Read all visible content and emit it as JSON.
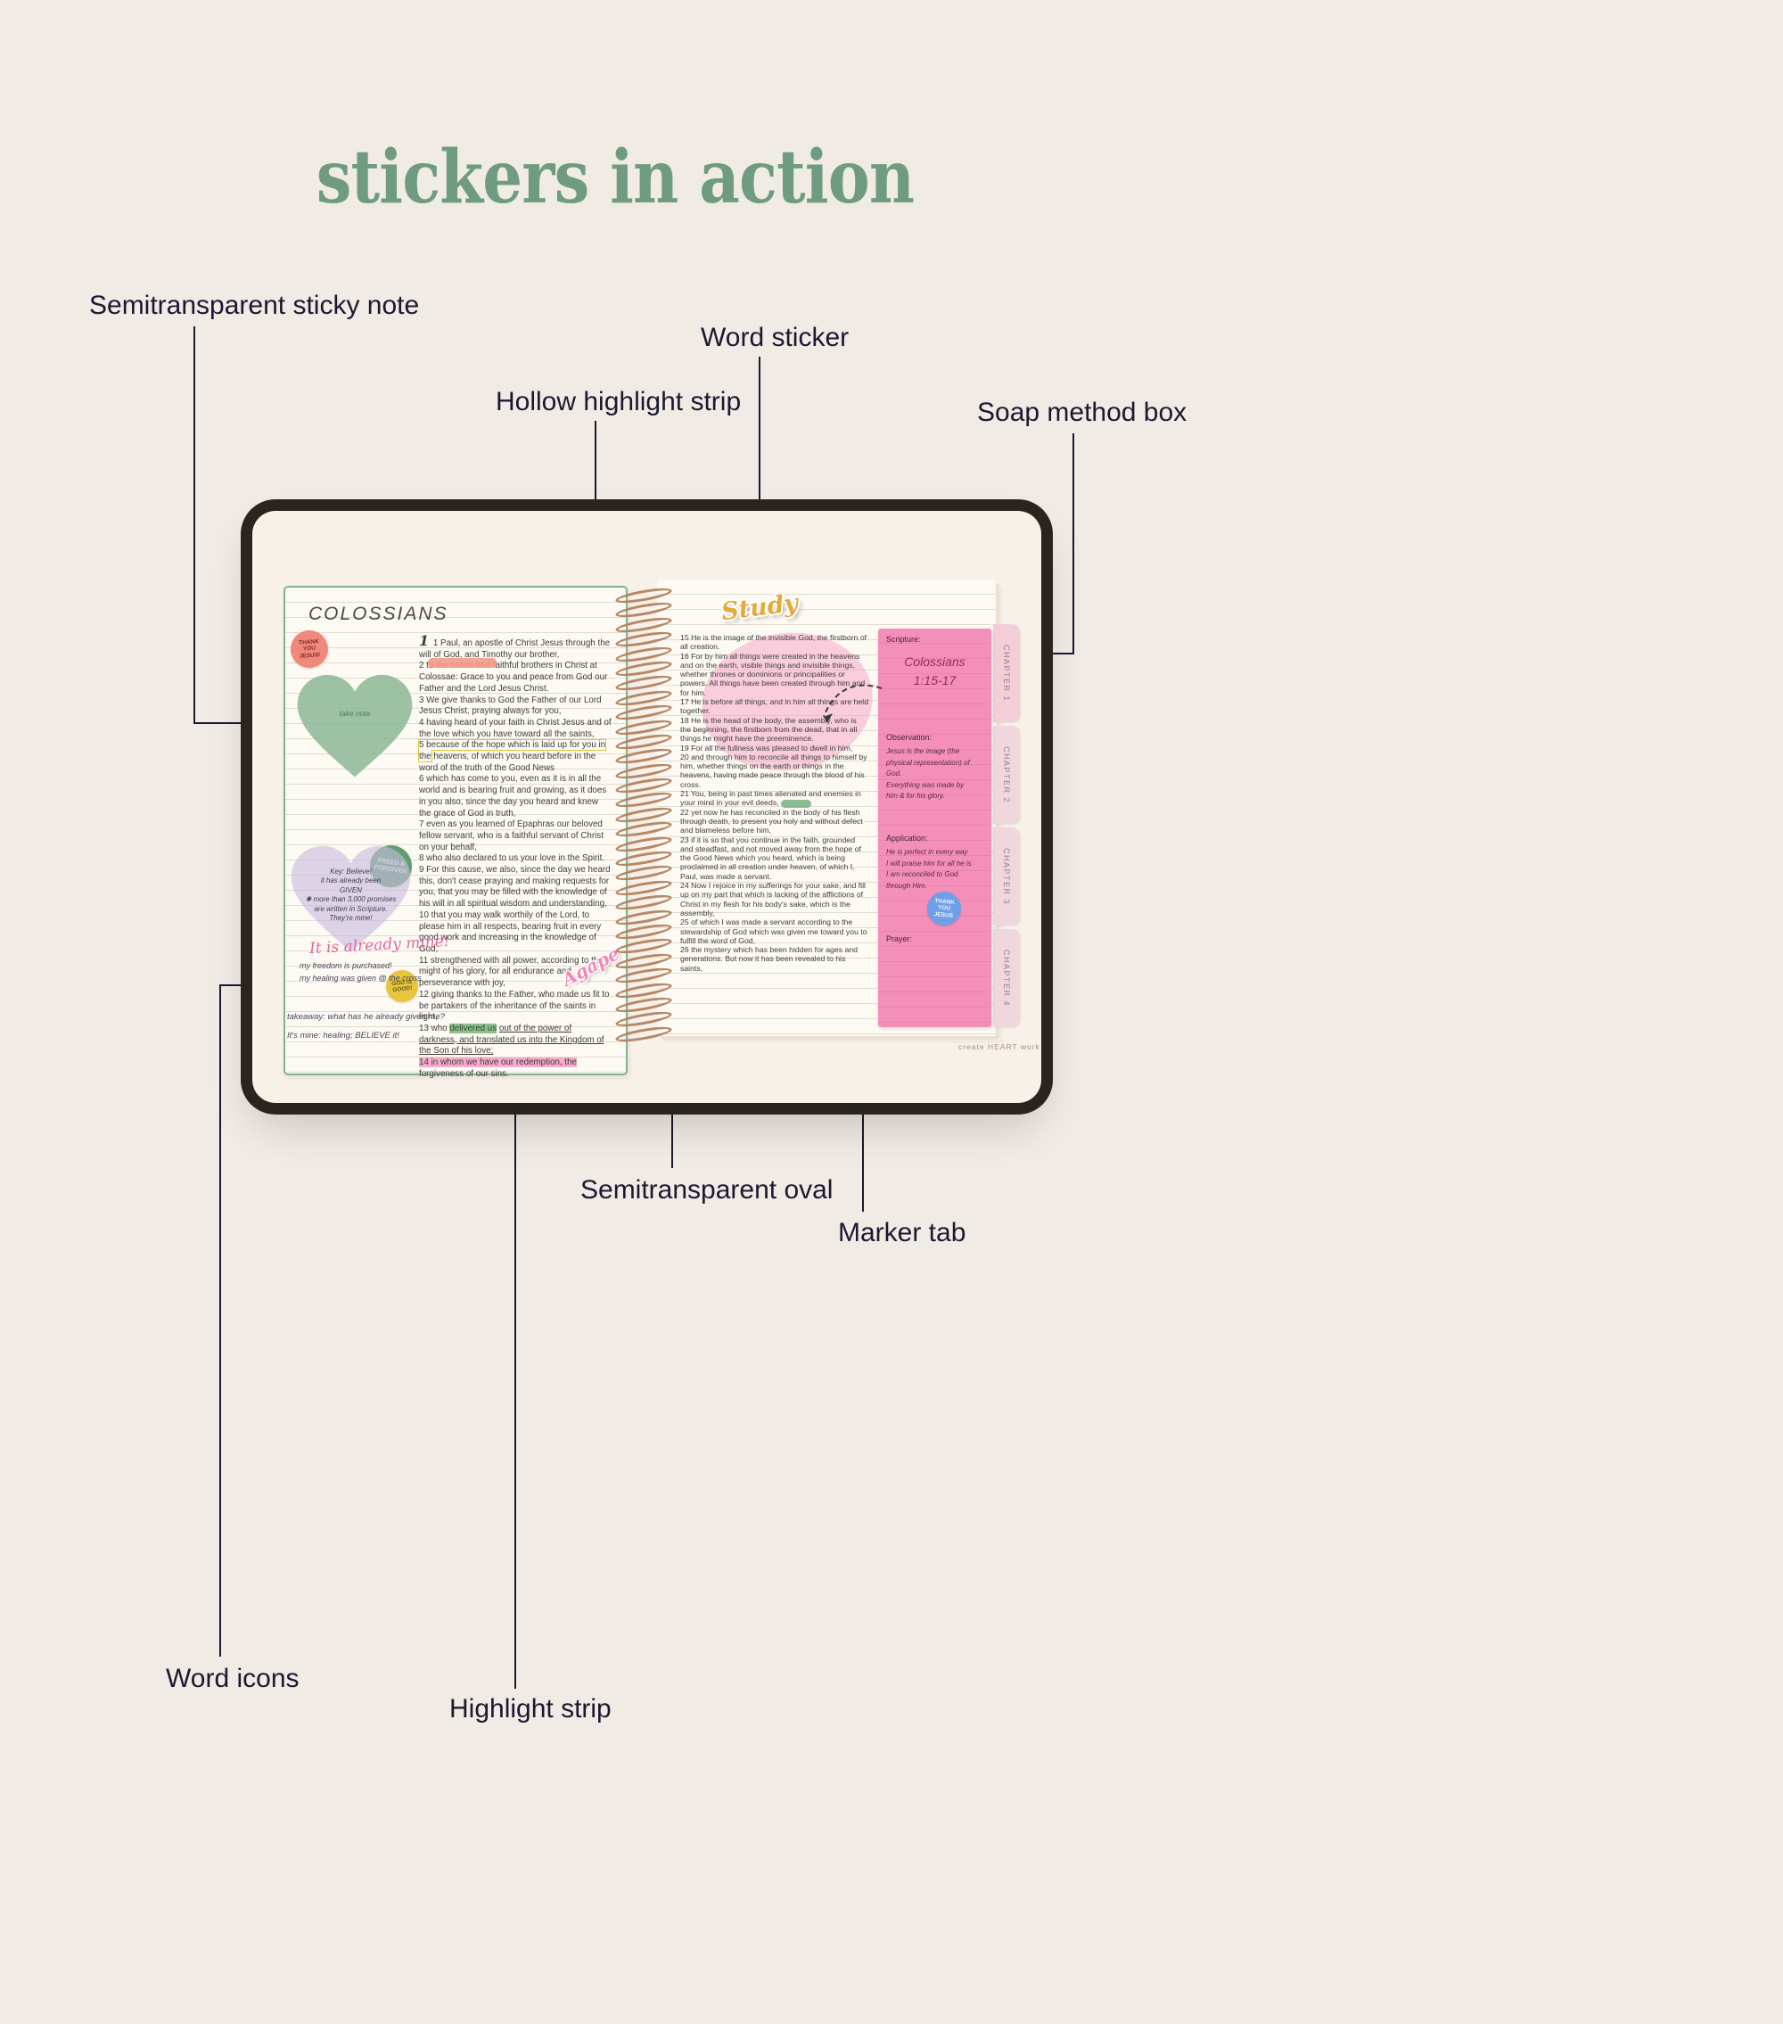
{
  "page": {
    "title": "stickers in action"
  },
  "colors": {
    "background": "#f1ebe5",
    "title_green": "#6f9c80",
    "ink": "#191930",
    "soap_pink": "#f48fba",
    "heart_green": "#85b48e",
    "heart_lavender": "#c8bcdd",
    "hl_yellow": "#dfc33e",
    "hl_green": "#8cc38c",
    "hl_pink": "#f6aacd",
    "study_gold": "#e3aa3c",
    "coil_brown": "#b2825f",
    "tab_pink": "#f0d6dd",
    "sticker_salmon": "#f0887b",
    "sticker_green": "#5f9e70",
    "sticker_yellow": "#e7c63d",
    "sticker_blue": "#6f9fe8",
    "script_pink": "#e2679f"
  },
  "callouts": {
    "sticky_note": "Semitransparent sticky note",
    "word_sticker": "Word sticker",
    "hollow_highlight": "Hollow highlight strip",
    "soap_box": "Soap method box",
    "word_icons": "Word icons",
    "highlight_strip": "Highlight strip",
    "oval": "Semitransparent oval",
    "marker_tab": "Marker tab"
  },
  "journal": {
    "left_page": {
      "header": "COLOSSIANS",
      "thank_you_sticker": "THANK YOU JESUS!",
      "take_note": "take note",
      "freed_sticker": "FREED & FORGIVEN",
      "god_sticker": "GOD IS GOOD!",
      "heart_notes": "Key: Believe!\nit has already been\nGIVEN\n✱ more than 3,000 promises\nare written in Scripture.\nThey're mine!",
      "script_note": "It is already mine!",
      "margin_notes": "my freedom is purchased!\nmy healing was given @ the cross",
      "bottom_notes": "takeaway: what has he already given me?\nIt's mine: healing; BELIEVE it!",
      "love_sticker": "Agape",
      "verses": [
        {
          "segs": [
            {
              "t": "1",
              "c": "chnum"
            },
            {
              "t": " 1 Paul, an apostle of Christ Jesus through the will of God, and Timothy our brother,"
            }
          ]
        },
        {
          "segs": [
            {
              "t": "2 to the saints and faithful brothers in Christ at Colossae: Grace to you and peace from God our Father and the Lord Jesus Christ."
            }
          ]
        },
        {
          "segs": [
            {
              "t": "3 We give thanks to God the Father of our Lord Jesus Christ, praying always for you,"
            }
          ]
        },
        {
          "segs": [
            {
              "t": "4 having heard of your faith in Christ Jesus and of the love which you have toward all the saints,"
            }
          ]
        },
        {
          "segs": [
            {
              "t": "5 because of the hope which is laid up for you in the",
              "c": "hl-hollow"
            },
            {
              "t": " heavens, of which you heard before in the word of the truth of the Good News"
            }
          ]
        },
        {
          "segs": [
            {
              "t": "6 which has come to you, even as it is in all the world and is bearing fruit and growing, as it does in you also, since the day you heard and knew the grace of God in truth,"
            }
          ]
        },
        {
          "segs": [
            {
              "t": "7 even as you learned of Epaphras our beloved fellow servant, who is a faithful servant of Christ on your behalf,"
            }
          ]
        },
        {
          "segs": [
            {
              "t": "8 who also declared to us your love in the Spirit."
            }
          ]
        },
        {
          "segs": [
            {
              "t": "9 For this cause, we also, since the day we heard this, don't cease praying and making requests for you, that you may be filled with the knowledge of his will in all spiritual wisdom and understanding,"
            }
          ]
        },
        {
          "segs": [
            {
              "t": "10 that you may walk worthily of the Lord, to please him in all respects, bearing fruit in every good work and increasing in the knowledge of God,"
            }
          ]
        },
        {
          "segs": [
            {
              "t": "11 strengthened with all power, according to the might of his glory, for all endurance and perseverance with joy,"
            }
          ]
        },
        {
          "segs": [
            {
              "t": "12 giving thanks to the Father, who made us fit to be partakers of the inheritance of the saints in light,"
            }
          ]
        },
        {
          "segs": [
            {
              "t": "13 who "
            },
            {
              "t": "delivered us",
              "c": "hl-green"
            },
            {
              "t": " "
            },
            {
              "t": "out of the power of darkness, and translated us into the Kingdom of the Son of his love;",
              "c": "ul"
            }
          ]
        },
        {
          "segs": [
            {
              "t": "14 in whom we have our redemption, the",
              "c": "hl-pink"
            },
            {
              "t": " forgiveness of our sins."
            }
          ]
        }
      ]
    },
    "right_page": {
      "word_sticker": "Study",
      "verses": [
        {
          "segs": [
            {
              "t": "15 He is the image of the invisible God, the firstborn of all creation."
            }
          ]
        },
        {
          "segs": [
            {
              "t": "16 For by him all things were created in the heavens and on the earth, visible things and invisible things, whether thrones or dominions or principalities or powers. All things have been created through him and for him."
            }
          ]
        },
        {
          "segs": [
            {
              "t": "17 He is before all things, and in him all things are held together."
            }
          ]
        },
        {
          "segs": [
            {
              "t": "18 He is the head of the body, the assembly, who is the beginning, the firstborn from the dead, that in all things he might have the preeminence."
            }
          ]
        },
        {
          "segs": [
            {
              "t": "19 For all the fullness was pleased to dwell in him,"
            }
          ]
        },
        {
          "segs": [
            {
              "t": "20 and through him to reconcile all things to himself by him, whether things on the earth or things in the heavens, having made peace through the blood of his cross."
            }
          ]
        },
        {
          "segs": [
            {
              "t": "21 You, being in past times alienated and enemies in your mind in your evil deeds, "
            },
            {
              "t": "",
              "c": "pill-green"
            }
          ]
        },
        {
          "segs": [
            {
              "t": "22 yet now he has reconciled in the body of his flesh through death, to present you holy and without defect and blameless before him,"
            }
          ]
        },
        {
          "segs": [
            {
              "t": "23 if it is so that you continue in the faith, grounded and steadfast, and not moved away from the hope of the Good News which you heard, which is being proclaimed in all creation under heaven, of which I, Paul, was made a servant."
            }
          ]
        },
        {
          "segs": [
            {
              "t": "24 Now I rejoice in my sufferings for your sake, and fill up on my part that which is lacking of the afflictions of Christ in my flesh for his body's sake, which is the assembly,"
            }
          ]
        },
        {
          "segs": [
            {
              "t": "25 of which I was made a servant according to the stewardship of God which was given me toward you to fulfill the word of God,"
            }
          ]
        },
        {
          "segs": [
            {
              "t": "26 the mystery which has been hidden for ages and generations. But now it has been revealed to his saints,"
            }
          ]
        }
      ],
      "soap": {
        "scripture_label": "Scripture:",
        "scripture_note": "Colossians\n1:15-17",
        "observation_label": "Observation:",
        "observation_note": "Jesus is the image (the\nphysical representation) of\nGod.\nEverything was made by\nhim & for his glory.",
        "application_label": "Application:",
        "application_note": "He is perfect in every way\nI will praise him for all he is\nI am reconciled to God\nthrough Him.",
        "prayer_label": "Prayer:",
        "thank_you_sticker": "THANK YOU JESUS"
      },
      "tabs": [
        "CHAPTER 1",
        "CHAPTER 2",
        "CHAPTER 3",
        "CHAPTER 4"
      ],
      "brand": "create HEART work"
    }
  }
}
